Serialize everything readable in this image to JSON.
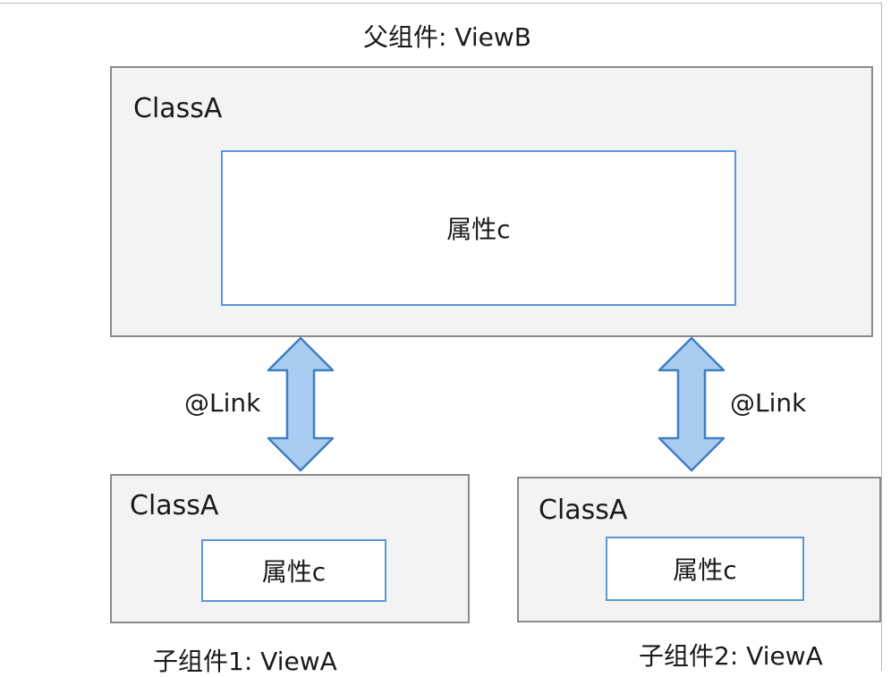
{
  "parent": {
    "title": "父组件: ViewB",
    "class_label": "ClassA",
    "property_label": "属性c"
  },
  "links": [
    {
      "label": "@Link"
    },
    {
      "label": "@Link"
    }
  ],
  "children": [
    {
      "title": "子组件1: ViewA",
      "class_label": "ClassA",
      "property_label": "属性c"
    },
    {
      "title": "子组件2: ViewA",
      "class_label": "ClassA",
      "property_label": "属性c"
    }
  ],
  "colors": {
    "box_fill": "#f3f3f3",
    "box_border": "#8a8a8a",
    "property_border": "#5a97d6",
    "arrow_fill": "#a9cdf0",
    "arrow_stroke": "#3f7fc4"
  }
}
